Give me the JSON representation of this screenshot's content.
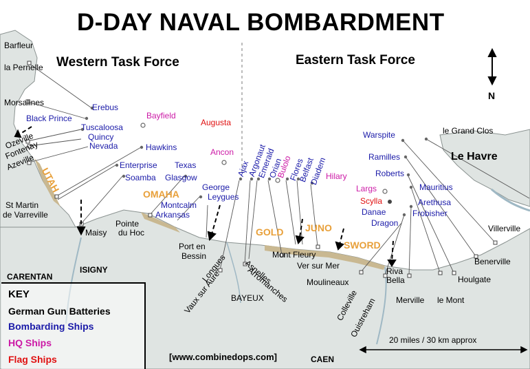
{
  "title": "D-DAY NAVAL BOMBARDMENT",
  "task_forces": {
    "western": "Western Task Force",
    "eastern": "Eastern Task Force"
  },
  "compass": {
    "north": "N"
  },
  "beaches": [
    "UTAH",
    "OMAHA",
    "GOLD",
    "JUNO",
    "SWORD"
  ],
  "places": {
    "barfleur": "Barfleur",
    "la_pernelle": "la Pernelle",
    "morsalines": "Morsalines",
    "ozeville": "Ozeville",
    "fontenay": "Fontenay",
    "azeville": "Azeville",
    "st_martin_1": "St Martin",
    "st_martin_2": "de Varreville",
    "maisy": "Maisy",
    "pointe_du_hoc_1": "Pointe",
    "pointe_du_hoc_2": "du Hoc",
    "isigny": "ISIGNY",
    "carentan": "CARENTAN",
    "port_en_bessin_1": "Port en",
    "port_en_bessin_2": "Bessin",
    "longues": "Longues",
    "vaux_sur_aure": "Vaux sur Aure",
    "bayeux": "BAYEUX",
    "asnelles": "Asnelles",
    "arromanches": "Arromanches",
    "mont_fleury": "Mont Fleury",
    "ver_sur_mer": "Ver sur Mer",
    "moulineaux": "Moulineaux",
    "colleville": "Colleville",
    "ouistreham": "Ouistreham",
    "riva_bella_1": "Riva",
    "riva_bella_2": "Bella",
    "merville": "Merville",
    "le_mont": "le Mont",
    "houlgate": "Houlgate",
    "benerville": "Benerville",
    "villerville": "Villerville",
    "le_havre": "Le Havre",
    "le_grand_clos": "le Grand Clos",
    "caen": "CAEN"
  },
  "ships": {
    "erebus": "Erebus",
    "black_prince": "Black Prince",
    "tuscaloosa": "Tuscaloosa",
    "quincy": "Quincy",
    "nevada": "Nevada",
    "hawkins": "Hawkins",
    "enterprise": "Enterprise",
    "texas": "Texas",
    "soamba": "Soamba",
    "glasgow": "Glasgow",
    "george": "George",
    "leygues": "Leygues",
    "montcalm": "Montcalm",
    "arkansas": "Arkansas",
    "ajax": "Ajax",
    "argonaut": "Argonaut",
    "emerald": "Emerald",
    "orian": "Orian",
    "flores": "Flores",
    "belfast": "Belfast",
    "diadem": "Diadem",
    "warspite": "Warspite",
    "ramilles": "Ramilles",
    "roberts": "Roberts",
    "mauritius": "Mauritius",
    "arethusa": "Arethusa",
    "frobisher": "Frobisher",
    "danae": "Danae",
    "dragon": "Dragon"
  },
  "hq_ships": {
    "bayfield": "Bayfield",
    "ancon": "Ancon",
    "bulolo": "Bulolo",
    "hilary": "Hilary",
    "largs": "Largs"
  },
  "flag_ships": {
    "augusta": "Augusta",
    "scylla": "Scylla"
  },
  "key": {
    "heading": "KEY",
    "gun_batteries": "German Gun Batteries",
    "bombarding_ships": "Bombarding Ships",
    "hq_ships": "HQ Ships",
    "flag_ships": "Flag Ships"
  },
  "scale": "20 miles / 30 km approx",
  "website": "[www.combinedops.com]",
  "colors": {
    "sea": "#ffffff",
    "land": "#dfe4e2",
    "beach": "#c9b891",
    "bombarding": "#1a1aa8",
    "hq": "#cc1aa6",
    "flag": "#e01010",
    "beach_label": "#e8a03a"
  }
}
